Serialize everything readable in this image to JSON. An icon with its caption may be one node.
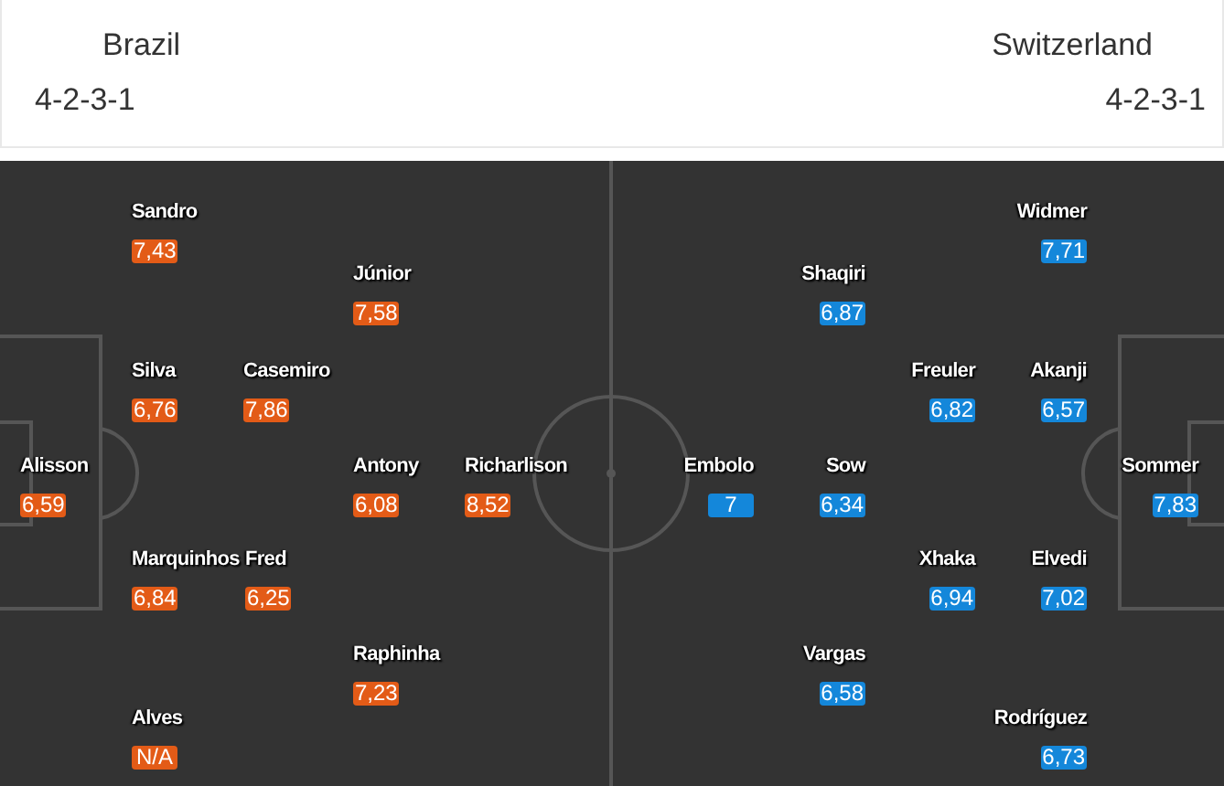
{
  "diagram": {
    "nodes": [
      {
        "text": [
          "Sandro",
          "7,43"
        ]
      },
      {
        "text": [
          "Widmer",
          "7,71"
        ]
      },
      {
        "text": [
          "Júnior",
          "7,58"
        ]
      },
      {
        "text": [
          "Shaqiri",
          "6,87"
        ]
      },
      {
        "text": [
          "Silva",
          "6,76"
        ]
      },
      {
        "text": [
          "Casemiro",
          "7,86"
        ]
      },
      {
        "text": [
          "Freuler",
          "6,82"
        ]
      },
      {
        "text": [
          "Akanji",
          "6,57"
        ]
      },
      {
        "text": [
          "Alisson",
          "6,59"
        ]
      },
      {
        "text": [
          "Antony",
          "6,08"
        ]
      },
      {
        "text": [
          "Richarlison",
          "8,52"
        ]
      },
      {
        "text": [
          "Embolo",
          "7"
        ]
      },
      {
        "text": [
          "Sow",
          "6,34"
        ]
      },
      {
        "text": [
          "Sommer",
          "7,83"
        ]
      },
      {
        "text": [
          "Marquinhos",
          "6,84"
        ]
      },
      {
        "text": [
          "Fred",
          "6,25"
        ]
      },
      {
        "text": [
          "Xhaka",
          "6,94"
        ]
      },
      {
        "text": [
          "Elvedi",
          "7,02"
        ]
      },
      {
        "text": [
          "Raphinha",
          "7,23"
        ]
      },
      {
        "text": [
          "Vargas",
          "6,58"
        ]
      },
      {
        "text": [
          "Alves",
          "N/A"
        ]
      },
      {
        "text": [
          "Rodríguez",
          "6,73"
        ]
      }
    ],
    "labels": [
      "Brazil",
      "Switzerland",
      "4-2-3-1",
      "4-2-3-1"
    ]
  }
}
